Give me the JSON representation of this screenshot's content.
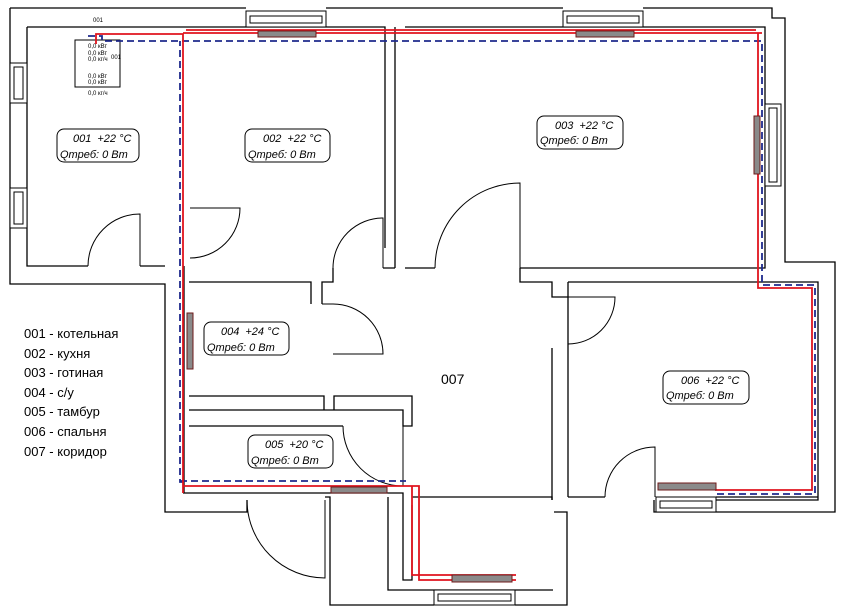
{
  "rooms": [
    {
      "id": "001",
      "temp": "+22 °C",
      "q": "Qтреб: 0 Вт"
    },
    {
      "id": "002",
      "temp": "+22 °C",
      "q": "Qтреб: 0 Вт"
    },
    {
      "id": "003",
      "temp": "+22 °C",
      "q": "Qтреб: 0 Вт"
    },
    {
      "id": "004",
      "temp": "+24 °C",
      "q": "Qтреб: 0 Вт"
    },
    {
      "id": "005",
      "temp": "+20 °C",
      "q": "Qтреб: 0 Вт"
    },
    {
      "id": "006",
      "temp": "+22 °C",
      "q": "Qтреб: 0 Вт"
    }
  ],
  "corridor_label": "007",
  "boiler": {
    "tag": "001",
    "lines": [
      "0,0 кВт",
      "0,0 кВт",
      "0,0 кг/ч",
      "0,0 кВт",
      "0,0 кВт",
      "0,0 кг/ч"
    ],
    "side_label": "001"
  },
  "legend": [
    "001 - котельная",
    "002 - кухня",
    "003 - готиная",
    "004 - с/у",
    "005 - тамбур",
    "006 - спальня",
    "007 - коридор"
  ],
  "pipe_colors": {
    "supply": "#e0141e",
    "return": "#1e2a8c"
  }
}
